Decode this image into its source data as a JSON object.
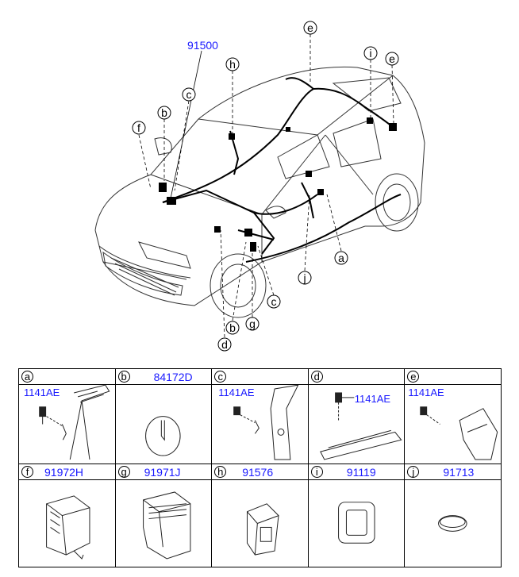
{
  "main_assembly": {
    "part_number": "91500"
  },
  "callout_letters": {
    "a": "a",
    "b": "b",
    "c": "c",
    "d": "d",
    "e": "e",
    "f": "f",
    "g": "g",
    "h": "h",
    "i": "i",
    "j": "j"
  },
  "parts_table": {
    "row1": [
      {
        "letter": "a",
        "part_number": "",
        "fastener": "1141AE"
      },
      {
        "letter": "b",
        "part_number": "84172D",
        "fastener": ""
      },
      {
        "letter": "c",
        "part_number": "",
        "fastener": "1141AE"
      },
      {
        "letter": "d",
        "part_number": "",
        "fastener": "1141AE"
      },
      {
        "letter": "e",
        "part_number": "",
        "fastener": "1141AE"
      }
    ],
    "row2": [
      {
        "letter": "f",
        "part_number": "91972H"
      },
      {
        "letter": "g",
        "part_number": "91971J"
      },
      {
        "letter": "h",
        "part_number": "91576"
      },
      {
        "letter": "i",
        "part_number": "91119"
      },
      {
        "letter": "j",
        "part_number": "91713"
      }
    ]
  },
  "colors": {
    "part_number_blue": "#1a1aff",
    "line": "#000000"
  }
}
